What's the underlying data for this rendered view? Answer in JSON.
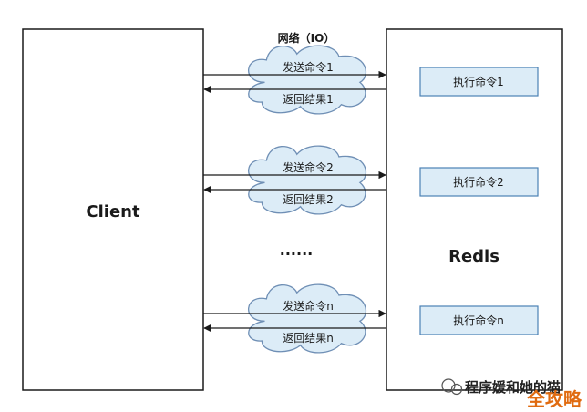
{
  "title": "网络（IO）",
  "client_label": "Client",
  "redis_label": "Redis",
  "ellipsis": "......",
  "rounds": [
    {
      "send": "发送命令1",
      "return": "返回结果1",
      "exec": "执行命令1"
    },
    {
      "send": "发送命令2",
      "return": "返回结果2",
      "exec": "执行命令2"
    },
    {
      "send": "发送命令n",
      "return": "返回结果n",
      "exec": "执行命令n"
    }
  ],
  "watermark": "程序媛和她的猫",
  "brand": "全攻略",
  "colors": {
    "exec_fill": "#dcecf7",
    "exec_stroke": "#4b81b5",
    "cloud_fill": "#dcecf7",
    "cloud_stroke": "#6f8fb5",
    "line": "#1a1a1a",
    "brand": "#e06b10"
  }
}
